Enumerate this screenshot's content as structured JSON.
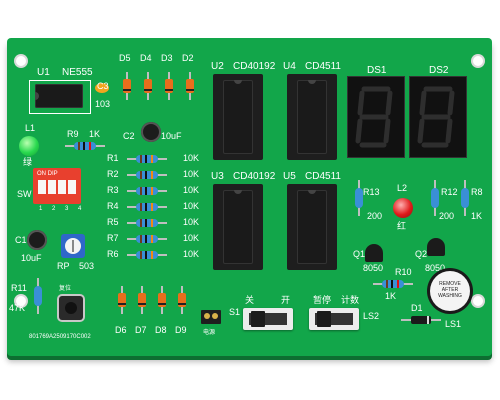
{
  "labels": {
    "u1": "U1",
    "ne555": "NE555",
    "c3": "C3",
    "c3_val": "103",
    "l1": "L1",
    "l1_color": "绿",
    "r9": "R9",
    "r9_val": "1K",
    "c2": "C2",
    "c2_val": "10uF",
    "sw": "SW",
    "dip": "ON DIP",
    "dip_nums": "1 2 3 4",
    "c1": "C1",
    "c1_val": "10uF",
    "rp": "RP",
    "rp_val": "503",
    "r11": "R11",
    "r11_val": "47K",
    "reset": "复位",
    "code": "801769A2509170C002",
    "d5": "D5",
    "d4": "D4",
    "d3": "D3",
    "d2": "D2",
    "u2": "U2",
    "u2_part": "CD40192",
    "u4": "U4",
    "u4_part": "CD4511",
    "u3": "U3",
    "u3_part": "CD40192",
    "u5": "U5",
    "u5_part": "CD4511",
    "ds1": "DS1",
    "ds2": "DS2",
    "r13": "R13",
    "r13_val": "200",
    "l2": "L2",
    "l2_color": "红",
    "r12": "R12",
    "r12_val": "200",
    "r8": "R8",
    "r8_val": "1K",
    "q1": "Q1",
    "q1_val": "8050",
    "q2": "Q2",
    "q2_val": "8050",
    "r10": "R10",
    "r10_val": "1K",
    "d1": "D1",
    "ls1": "LS1",
    "ls2": "LS2",
    "s1": "S1",
    "off": "关",
    "on": "开",
    "pause": "暂停",
    "count": "计数",
    "power": "电源",
    "d6": "D6",
    "d7": "D7",
    "d8": "D8",
    "d9": "D9",
    "buzzer_line1": "REMOVE",
    "buzzer_line2": "AFTER",
    "buzzer_line3": "WASHING"
  },
  "resistor_bank": [
    {
      "ref": "R1",
      "value": "10K"
    },
    {
      "ref": "R2",
      "value": "10K"
    },
    {
      "ref": "R3",
      "value": "10K"
    },
    {
      "ref": "R4",
      "value": "10K"
    },
    {
      "ref": "R5",
      "value": "10K"
    },
    {
      "ref": "R7",
      "value": "10K"
    },
    {
      "ref": "R6",
      "value": "10K"
    }
  ],
  "colors": {
    "pcb": "#12a64a",
    "silkscreen": "#ffffff",
    "led_green": "#29d94f",
    "led_red": "#e01b1b",
    "dip_switch": "#e8402e",
    "resistor_body": "#3a8fd6",
    "diode_body": "#e86e1c"
  },
  "icons": [
    "pcb-board",
    "ic-chip",
    "seven-segment-display",
    "resistor",
    "diode",
    "capacitor",
    "led",
    "transistor",
    "buzzer",
    "slide-switch",
    "push-button",
    "potentiometer",
    "dip-switch"
  ]
}
